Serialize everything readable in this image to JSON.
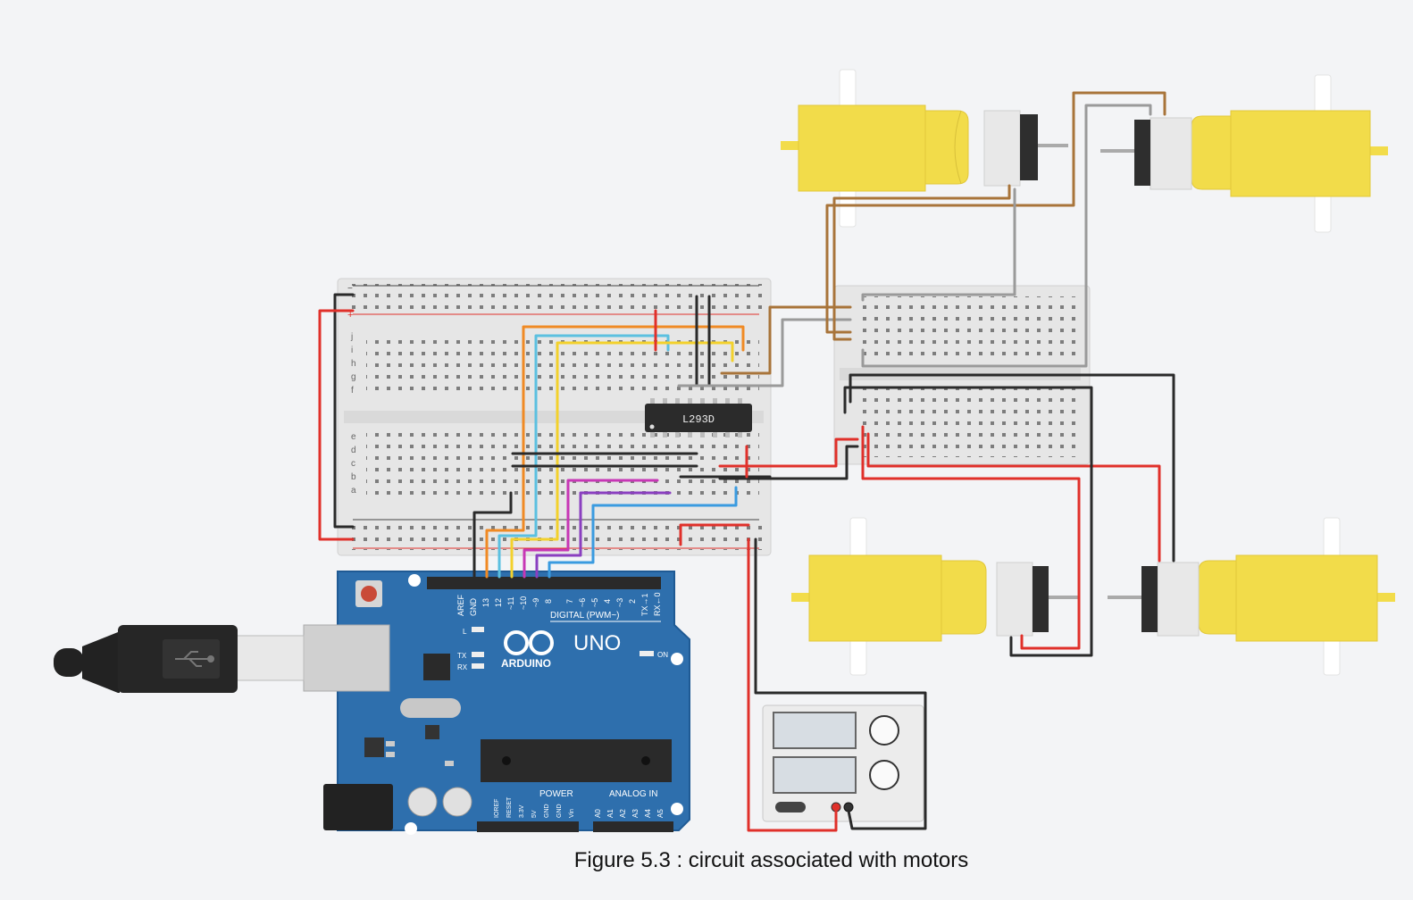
{
  "caption": "Figure  5.3 : circuit associated with motors",
  "driver_chip": {
    "label": "L293D"
  },
  "arduino": {
    "brand": "ARDUINO",
    "model": "UNO",
    "on_label": "ON",
    "digital_label": "DIGITAL (PWM~)",
    "power_label": "POWER",
    "analog_label": "ANALOG IN",
    "led_labels": [
      "L",
      "TX",
      "RX"
    ],
    "digital_pins": [
      "AREF",
      "GND",
      "13",
      "12",
      "~11",
      "~10",
      "~9",
      "8",
      "7",
      "~6",
      "~5",
      "4",
      "~3",
      "2",
      "TX→1",
      "RX←0"
    ],
    "power_pins": [
      "IOREF",
      "RESET",
      "3.3V",
      "5V",
      "GND",
      "GND",
      "Vin"
    ],
    "analog_pins": [
      "A0",
      "A1",
      "A2",
      "A3",
      "A4",
      "A5"
    ]
  },
  "breadboard": {
    "row_letters_top": [
      "j",
      "i",
      "h",
      "g",
      "f"
    ],
    "row_letters_bottom": [
      "e",
      "d",
      "c",
      "b",
      "a"
    ],
    "rail_plus": "+",
    "rail_minus": "−"
  },
  "colors": {
    "background": "#f3f4f6",
    "board_blue": "#2e6fad",
    "motor_yellow": "#f2dc4a",
    "wire_red": "#e0302a",
    "wire_black": "#2a2a2a",
    "wire_orange": "#f08a24",
    "wire_cyan": "#5bc0e0",
    "wire_yellow": "#f3d12c",
    "wire_magenta": "#c737b5",
    "wire_purple": "#8a3fc0",
    "wire_blue": "#3a9be0",
    "wire_brown": "#a8743a",
    "wire_gray": "#9a9a9a"
  }
}
